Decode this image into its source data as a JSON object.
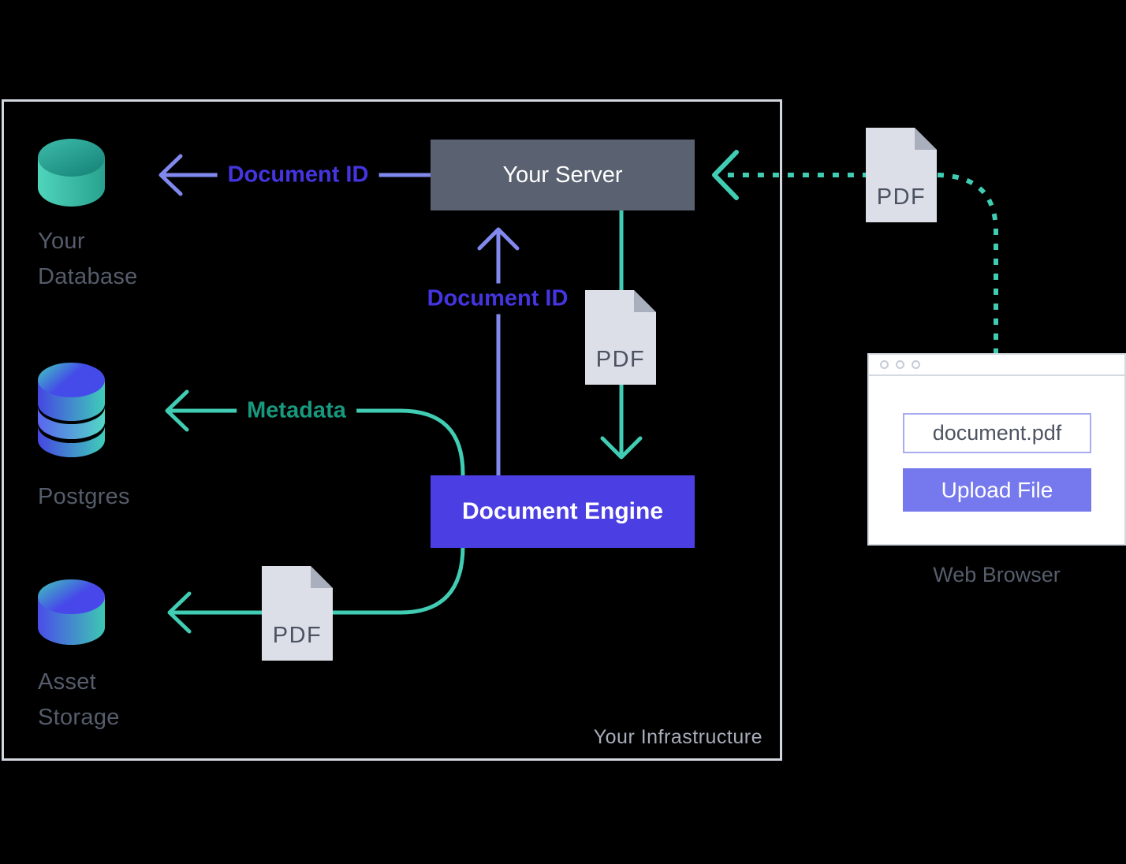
{
  "colors": {
    "background": "#000000",
    "accent_indigo": "#4b3ee2",
    "indigo_label_text": "#4435e0",
    "arrow_purple": "#8289ee",
    "arrow_teal": "#41cdb4",
    "teal_label_text": "#18997e",
    "server_gray": "#5a6170",
    "upload_button_purple": "#7679ed",
    "node_label_gray": "#555c6b",
    "infrastructure_label_gray": "#a7adba",
    "pdf_icon_gray": "#dcdfe7",
    "database_teal": "#2aa893",
    "database_blue": "#4a4de9"
  },
  "infrastructure": {
    "label": "Your Infrastructure"
  },
  "nodes": {
    "server": {
      "label": "Your Server"
    },
    "engine": {
      "label": "Document Engine"
    },
    "your_database": {
      "line1": "Your",
      "line2": "Database"
    },
    "postgres": {
      "label": "Postgres"
    },
    "asset_storage": {
      "line1": "Asset",
      "line2": "Storage"
    }
  },
  "arrows": {
    "document_id_to_database": {
      "label": "Document ID"
    },
    "document_id_to_server": {
      "label": "Document ID"
    },
    "metadata_to_postgres": {
      "label": "Metadata"
    }
  },
  "pdf": {
    "label": "PDF"
  },
  "browser": {
    "filename": "document.pdf",
    "upload_button": "Upload File",
    "caption": "Web Browser"
  }
}
